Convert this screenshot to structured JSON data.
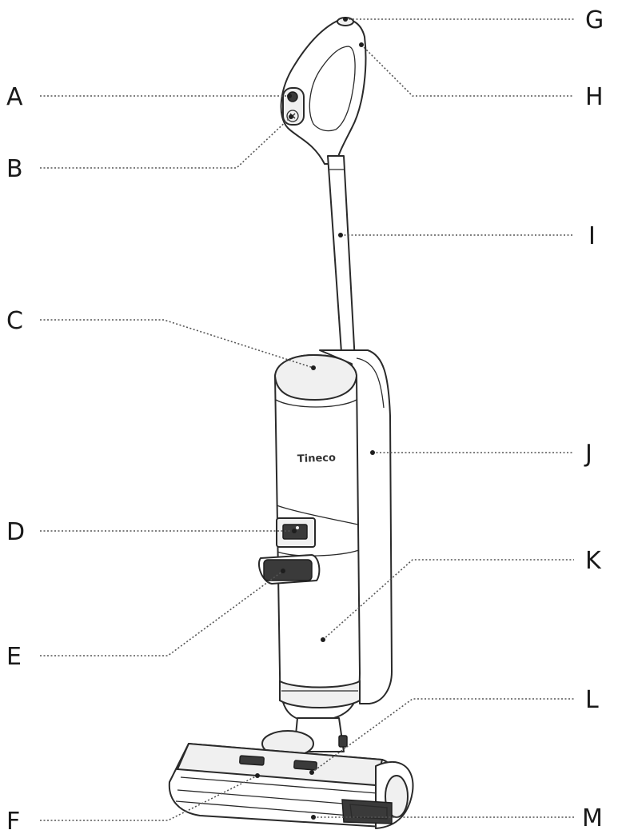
{
  "brand_text": "Tineco",
  "callouts": [
    {
      "letter": "A"
    },
    {
      "letter": "B"
    },
    {
      "letter": "C"
    },
    {
      "letter": "D"
    },
    {
      "letter": "E"
    },
    {
      "letter": "F"
    },
    {
      "letter": "G"
    },
    {
      "letter": "H"
    },
    {
      "letter": "I"
    },
    {
      "letter": "J"
    },
    {
      "letter": "K"
    },
    {
      "letter": "L"
    },
    {
      "letter": "M"
    }
  ]
}
